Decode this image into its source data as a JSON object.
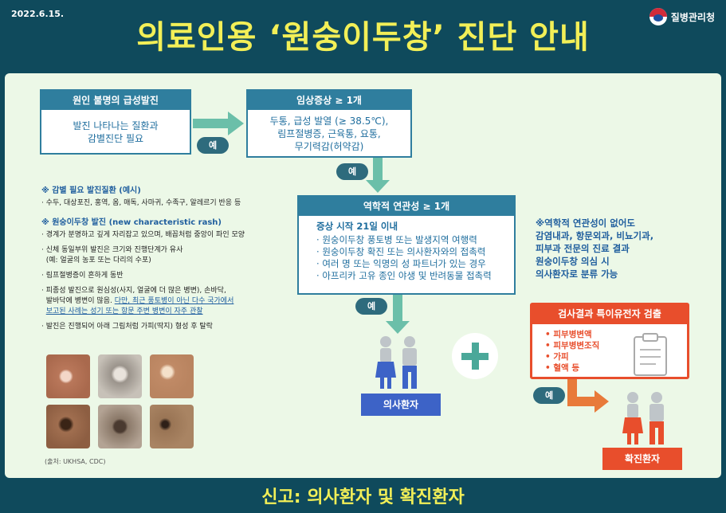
{
  "header": {
    "date": "2022.6.15.",
    "title": "의료인용 ‘원숭이두창’ 진단 안내",
    "agency": "질병관리청"
  },
  "flow": {
    "box1": {
      "title": "원인 불명의 급성발진",
      "body_1": "발진 나타나는 질환과",
      "body_2": "감별진단 필요"
    },
    "box2": {
      "title": "임상증상 ≥ 1개",
      "body_1": "두통, 급성 발열 (≥ 38.5℃),",
      "body_2": "림프절병증, 근육통, 요통,",
      "body_3": "무기력감(허약감)"
    },
    "box3": {
      "title": "역학적 연관성 ≥ 1개",
      "subtitle": "증상 시작 21일 이내",
      "items": [
        "원숭이두창 풍토병 또는 발생지역 여행력",
        "원숭이두창 확진 또는 의사환자와의 접촉력",
        "여러 명 또는 익명의 성 파트너가 있는 경우",
        "아프리카 고유 종인 야생 및 반려동물 접촉력"
      ]
    },
    "yes": "예"
  },
  "left": {
    "sec1_title": "※ 감별 필요 발진질환 (예시)",
    "sec1_item": "수두, 대상포진, 홍역, 옴, 매독, 사마귀, 수족구, 알레르기 반응 등",
    "sec2_title": "※ 원숭이두창 발진 (new characteristic rash)",
    "items": [
      "경계가 분명하고 깊게 자리잡고 있으며, 배꼽처럼 중앙이 파인 모양",
      "신체 동일부위 발진은 크기와 진행단계가 유사",
      "(예: 얼굴의 농포 또는 다리의 수포)",
      "림프절병증이 흔하게 동반",
      "피종성 발진으로 원심성(사지, 얼굴에 더 많은 병변), 손바닥,",
      "발바닥에 병변이 많음.",
      "다만, 최근 풍토병이 아닌 다수 국가에서",
      "보고된 사례는 성기 또는 항문 주변 병변이 자주 관찰",
      "발진은 진행되어 아래 그림처럼 가피(딱지) 형성 후 탈락"
    ],
    "credit": "(출처: UKHSA, CDC)"
  },
  "note": {
    "line1": "※역학적 연관성이 없어도",
    "line2": "감염내과, 항문외과, 비뇨기과,",
    "line3": "피부과 전문의 진료 결과",
    "line4": "원숭이두창 의심 시",
    "line5": "의사환자로 분류 가능"
  },
  "lab": {
    "title": "검사결과 특이유전자 검출",
    "items": [
      "피부병변액",
      "피부병변조직",
      "가피",
      "혈액 등"
    ]
  },
  "results": {
    "suspect": "의사환자",
    "confirmed": "확진환자"
  },
  "footer": {
    "text": "신고: 의사환자 및 확진환자"
  },
  "colors": {
    "navy": "#0f4a5c",
    "yellow": "#f2ef57",
    "teal": "#2f7e9e",
    "arrow": "#6bbfa9",
    "orange": "#e84e2c",
    "blue": "#3d63c7"
  }
}
